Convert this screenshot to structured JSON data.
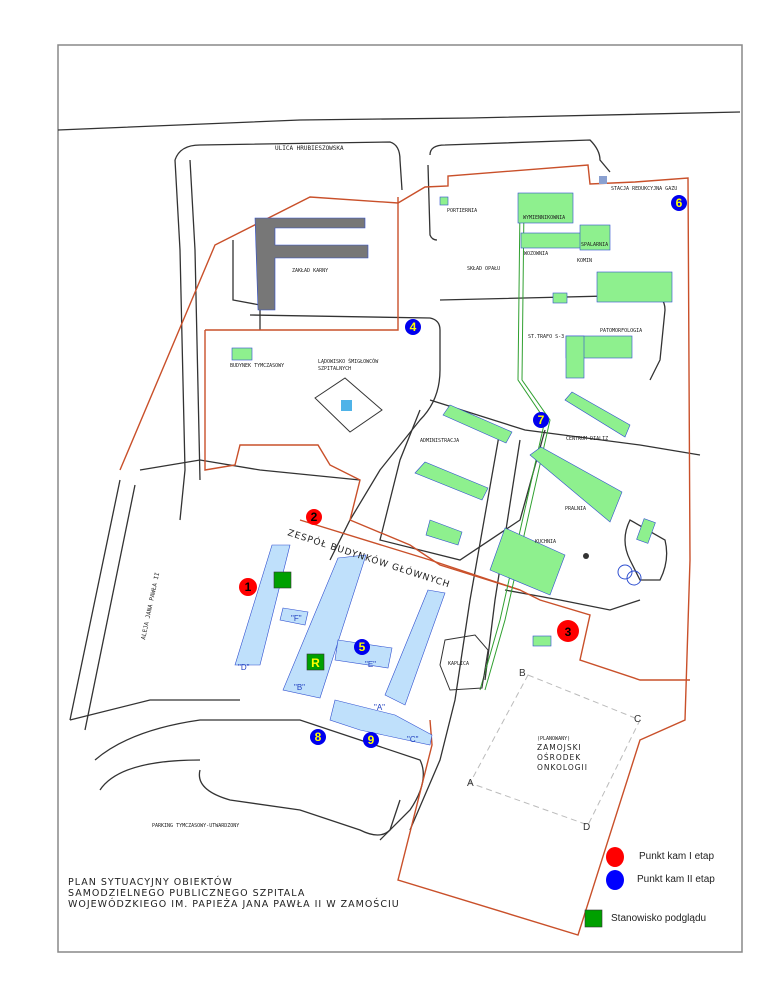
{
  "map": {
    "street_top": "ULICA HRUBIESZOWSKA",
    "street_left": "ALEJA JANA PAWŁA II",
    "labels": {
      "portiernia": "PORTIERNIA",
      "wymiennikownia": "WYMIENNIKOWNIA",
      "wozownia": "WOZOWNIA",
      "spalarnia": "SPALARNIA",
      "zaklad_karny": "ZAKŁAD KARNY",
      "sklad_opalu": "SKŁAD OPAŁU",
      "komin": "KOMIN",
      "stacja": "STACJA REDUKCYJNA GAZU",
      "patomorfologia": "PATOMORFOLOGIA",
      "budynek_tymczasowy": "BUDYNEK TYMCZASOWY",
      "ladowisko_1": "LĄDOWISKO ŚMIGŁOWCÓW",
      "ladowisko_2": "SZPITALNYCH",
      "stacja_trafo": "ST.TRAFO S-3",
      "dialyza": "CENTRUM DIALIZ",
      "administracja": "ADMINISTRACJA",
      "zespol": "ZESPÓŁ BUDYNKÓW GŁÓWNYCH",
      "pralnia": "PRALNIA",
      "kuchnia": "KUCHNIA",
      "kaplica": "KAPLICA",
      "parking": "PARKING TYMCZASOWY-UTWARDZONY",
      "planowany_1": "(PLANOWANY)",
      "planowany_2": "ZAMOJSKI",
      "planowany_3": "OŚRODEK",
      "planowany_4": "ONKOLOGII"
    },
    "wings": [
      "\"D\"",
      "\"B\"",
      "\"E\"",
      "\"A\"",
      "\"C\"",
      "\"F\""
    ],
    "corner_points": [
      "A",
      "B",
      "C",
      "D"
    ],
    "markers_stage1": [
      "1",
      "2",
      "3"
    ],
    "markers_stage2": [
      "4",
      "5",
      "6",
      "7",
      "8",
      "9"
    ],
    "reception_label": "R"
  },
  "title": {
    "line1": "PLAN SYTUACYJNY OBIEKTÓW",
    "line2": "SAMODZIELNEGO PUBLICZNEGO SZPITALA",
    "line3": "WOJEWÓDZKIEGO IM. PAPIEŻA JANA PAWŁA II W ZAMOŚCIU"
  },
  "legend": {
    "stage1": "Punkt kam I etap",
    "stage2": "Punkt kam II etap",
    "view": "Stanowisko podglądu"
  },
  "colors": {
    "stage1": "#ff0000",
    "stage2": "#0000ff",
    "view": "#00a000",
    "boundary": "#c9502a",
    "building": "#8ef08e",
    "main": "#bfe0fb"
  }
}
